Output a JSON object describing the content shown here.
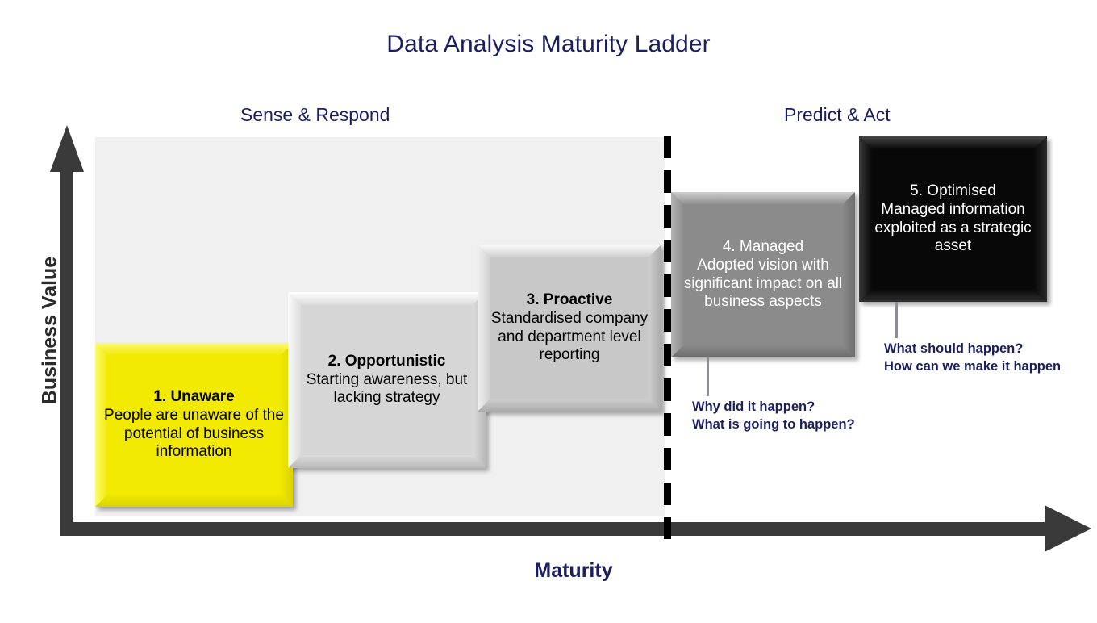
{
  "title": "Data Analysis Maturity Ladder",
  "zones": {
    "left": "Sense & Respond",
    "right": "Predict & Act"
  },
  "axes": {
    "y_label": "Business Value",
    "x_label": "Maturity"
  },
  "colors": {
    "navy": "#1b1f5e",
    "axis": "#3a3a3a",
    "panel": "#f0f0f0",
    "step1": "#f2ea00",
    "step2": "#d6d6d6",
    "step3": "#c8c8c8",
    "step4": "#8b8b8b",
    "step5": "#080808",
    "leader": "#8e8e92"
  },
  "steps": [
    {
      "title": "1. Unaware",
      "description": "People are unaware of the potential of business information"
    },
    {
      "title": "2. Opportunistic",
      "description": "Starting awareness, but lacking strategy"
    },
    {
      "title": "3. Proactive",
      "description": "Standardised company and department level reporting"
    },
    {
      "title": "4. Managed",
      "description": "Adopted vision with significant impact on all business aspects"
    },
    {
      "title": "5. Optimised",
      "description": "Managed information exploited as a strategic asset"
    }
  ],
  "callouts": [
    {
      "line1": "Why did it happen?",
      "line2": "What is going to happen?"
    },
    {
      "line1": "What should happen?",
      "line2": "How can we make it happen"
    }
  ]
}
